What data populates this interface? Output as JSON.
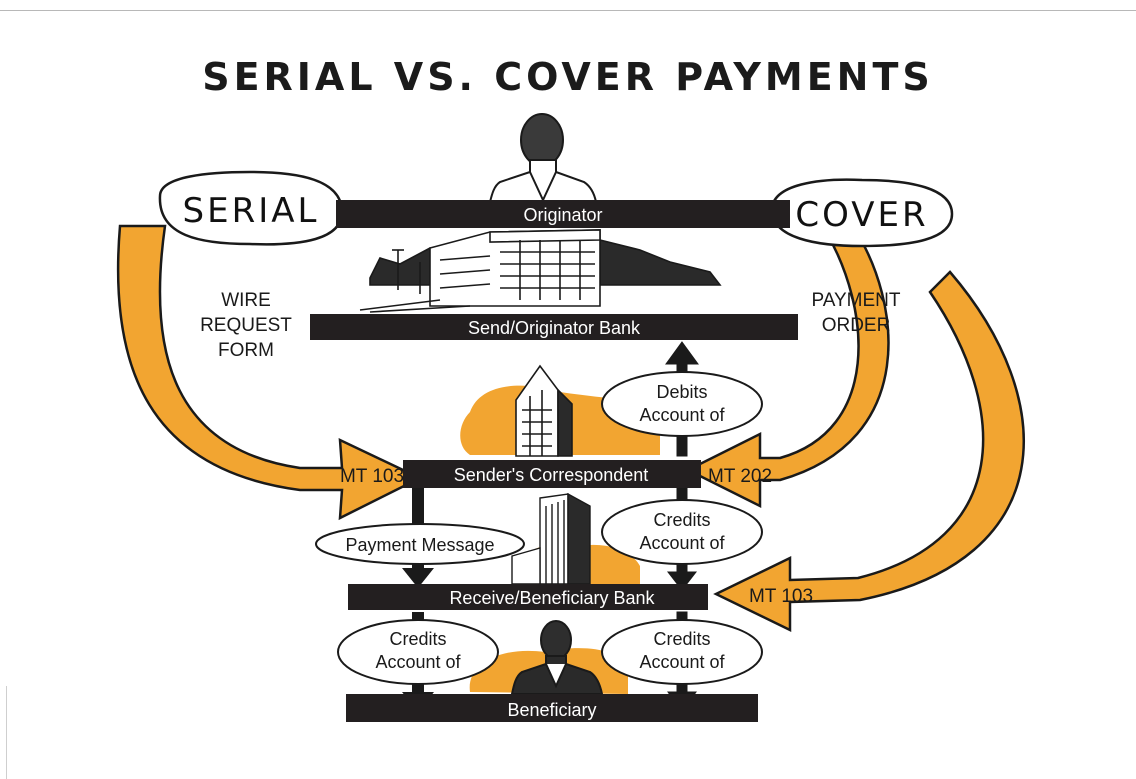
{
  "title": "SERIAL VS. COVER PAYMENTS",
  "colors": {
    "accent": "#f2a531",
    "bar": "#231f20",
    "outline": "#1a1a1a"
  },
  "methods": {
    "serial": "SERIAL",
    "cover": "COVER"
  },
  "bars": {
    "originator": "Originator",
    "send_bank": "Send/Originator Bank",
    "correspondent": "Sender's Correspondent",
    "receive_bank": "Receive/Beneficiary Bank",
    "beneficiary": "Beneficiary"
  },
  "arrow_labels": {
    "serial_form": [
      "WIRE",
      "REQUEST",
      "FORM"
    ],
    "cover_order": [
      "PAYMENT",
      "ORDER"
    ],
    "serial_mt": "MT 103",
    "cover_mt202": "MT 202",
    "cover_mt103": "MT 103"
  },
  "ovals": {
    "debits": [
      "Debits",
      "Account of"
    ],
    "credits_correspondent": [
      "Credits",
      "Account of"
    ],
    "payment_message": "Payment Message",
    "credits_left": [
      "Credits",
      "Account of"
    ],
    "credits_right": [
      "Credits",
      "Account of"
    ]
  },
  "icons": [
    "person-icon",
    "office-building-icon",
    "skyscraper-icon",
    "tower-icon",
    "person-icon"
  ]
}
